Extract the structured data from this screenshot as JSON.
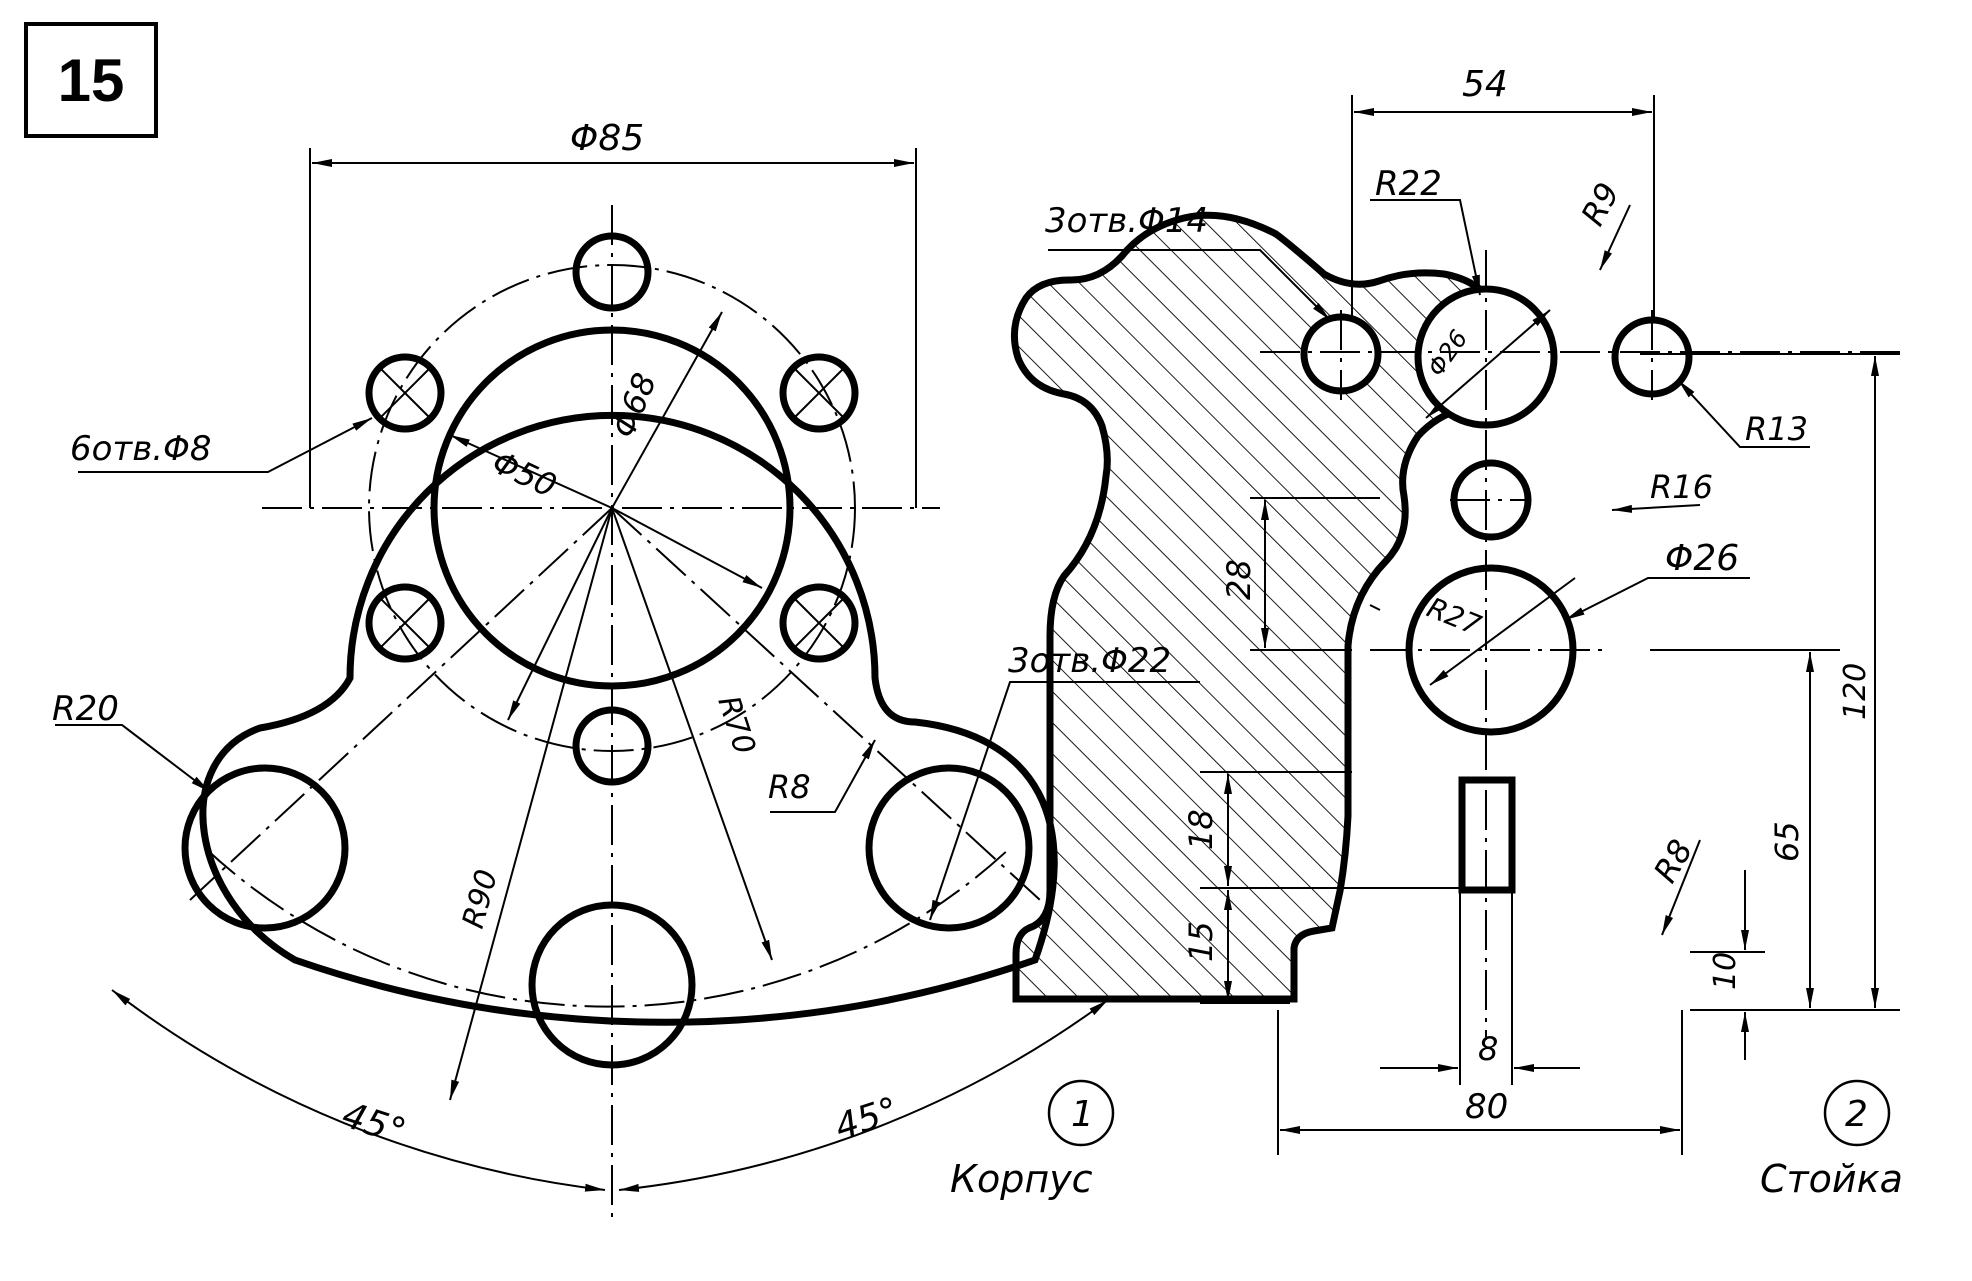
{
  "sheet_number": "15",
  "view1": {
    "part_number": "1",
    "part_name": "Корпус",
    "dims": {
      "d85": "Φ85",
      "holes6": "6отв.Φ8",
      "d50": "Φ50",
      "d68": "Φ68",
      "r20": "R20",
      "holes3": "3отв.Φ22",
      "r70": "R70",
      "r8": "R8",
      "r90": "R90",
      "angle_left": "45°",
      "angle_right": "45°"
    }
  },
  "view2": {
    "part_number": "2",
    "part_name": "Стойка",
    "dims": {
      "w54": "54",
      "r22": "R22",
      "r9": "R9",
      "holes3": "3отв.Φ14",
      "d26_small": "Φ26",
      "r13": "R13",
      "r16": "R16",
      "d26": "Φ26",
      "r27": "R27",
      "h28": "28",
      "h120": "120",
      "h18": "18",
      "h15": "15",
      "h65": "65",
      "r8": "R8",
      "h10": "10",
      "w8": "8",
      "w80": "80"
    }
  }
}
